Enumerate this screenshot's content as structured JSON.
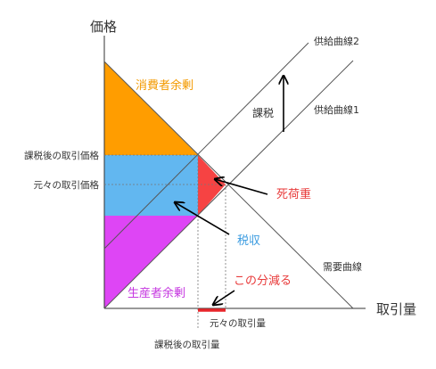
{
  "axes": {
    "y_title": "価格",
    "x_title": "取引量"
  },
  "curves": {
    "supply_after_tax": "供給曲線2",
    "supply_original": "供給曲線1",
    "demand": "需要曲線"
  },
  "price_labels": {
    "after_tax": "課税後の取引価格",
    "original": "元々の取引価格"
  },
  "quantity_labels": {
    "original": "元々の取引量",
    "after_tax": "課税後の取引量"
  },
  "regions": {
    "consumer_surplus": "消費者余剰",
    "tax_revenue": "税収",
    "producer_surplus": "生産者余剰",
    "deadweight_loss": "死荷重"
  },
  "annotations": {
    "tax": "課税",
    "decrease": "この分減る"
  },
  "colors": {
    "consumer_surplus": "#FF9D00",
    "tax_revenue": "#62B7F0",
    "producer_surplus": "#DE45F5",
    "deadweight_loss": "#F64343",
    "highlight_text_red": "#E83A3A",
    "highlight_text_blue": "#3A9BE0",
    "highlight_text_orange": "#F39A00",
    "highlight_text_purple": "#C638E0",
    "decrease_bar": "#E8262B"
  }
}
